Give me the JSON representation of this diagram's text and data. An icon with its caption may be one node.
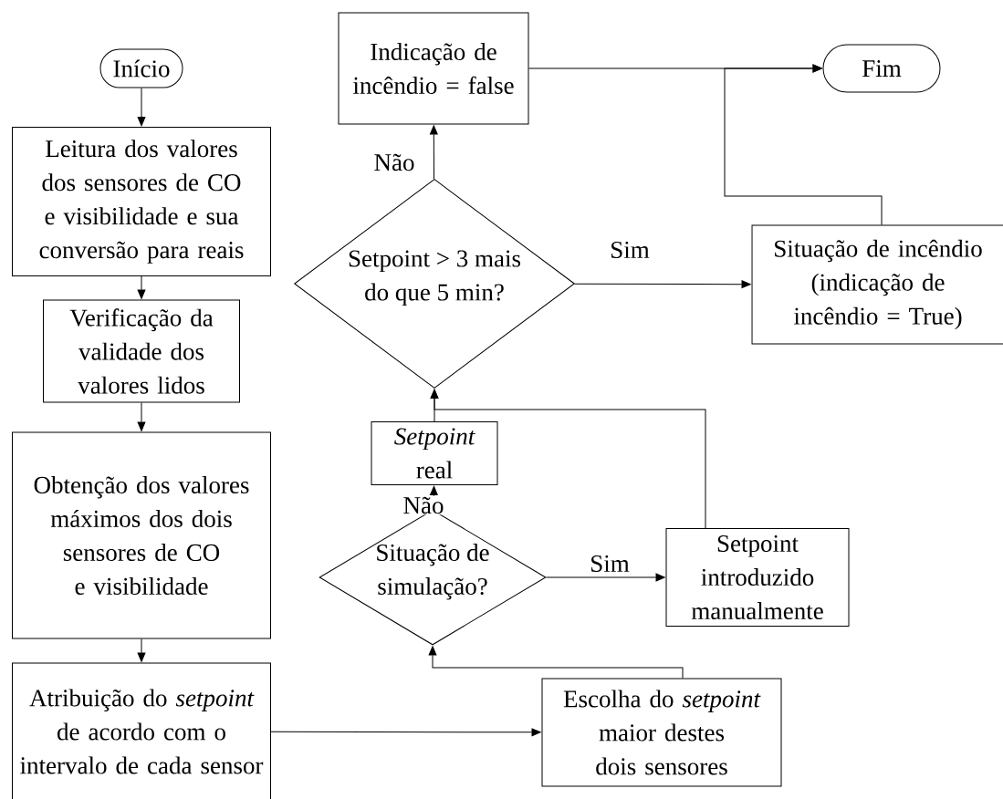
{
  "diagram": {
    "nodes": [
      {
        "text": [
          "Início"
        ]
      },
      {
        "text": [
          "Leitura dos valores dos sensores de CO e visibilidade e sua conversão para reais"
        ]
      },
      {
        "text": [
          "Verificação da validade dos valores lidos"
        ]
      },
      {
        "text": [
          "Obtenção dos valores máximos dos dois sensores de CO e visibilidade"
        ]
      },
      {
        "text": [
          "Atribuição do *setpoint* de acordo com o intervalo de cada sensor"
        ]
      },
      {
        "text": [
          "Escolha do *setpoint* maior destes dois sensores"
        ]
      },
      {
        "text": [
          "Situação de simulação?"
        ]
      },
      {
        "text": [
          "Setpoint introduzido manualmente"
        ]
      },
      {
        "text": [
          "*Setpoint* real"
        ]
      },
      {
        "text": [
          "Setpoint > 3 mais do que 5 min?"
        ]
      },
      {
        "text": [
          "Indicação de incêndio = false"
        ]
      },
      {
        "text": [
          "Situação de incêndio (indicação de incêndio = True)"
        ]
      },
      {
        "text": [
          "Fim"
        ]
      }
    ],
    "edges": [
      {
        "from": 0,
        "to": 1,
        "arrow": "to"
      },
      {
        "from": 1,
        "to": 2,
        "arrow": "to"
      },
      {
        "from": 2,
        "to": 3,
        "arrow": "to"
      },
      {
        "from": 3,
        "to": 4,
        "arrow": "to"
      },
      {
        "from": 4,
        "to": 5,
        "arrow": "to"
      },
      {
        "from": 5,
        "to": 6,
        "arrow": "to"
      },
      {
        "from": 6,
        "to": 8,
        "arrow": "to",
        "label": "Não"
      },
      {
        "from": 6,
        "to": 7,
        "arrow": "to",
        "label": "Sim"
      },
      {
        "from": 7,
        "to": 9,
        "arrow": "to"
      },
      {
        "from": 8,
        "to": 9,
        "arrow": "to"
      },
      {
        "from": 9,
        "to": 10,
        "arrow": "to",
        "label": "Não"
      },
      {
        "from": 9,
        "to": 11,
        "arrow": "to",
        "label": "Sim"
      },
      {
        "from": 10,
        "to": 12,
        "arrow": "to"
      },
      {
        "from": 11,
        "to": 12,
        "arrow": "to"
      }
    ]
  }
}
